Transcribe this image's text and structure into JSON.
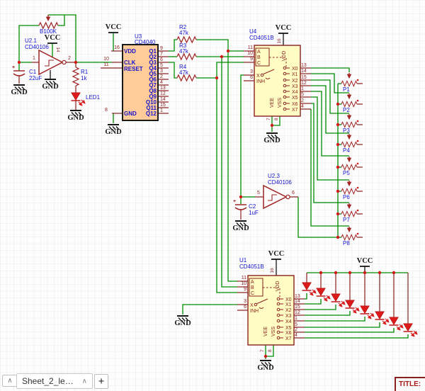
{
  "power": {
    "vcc": "VCC",
    "gnd": "GND"
  },
  "clock": {
    "pot": {
      "name": "B100K"
    },
    "gate": {
      "ref": "U2.1",
      "part": "CD40106",
      "pin_in": "1",
      "pin_out": "2",
      "pin_vcc": "14"
    },
    "c1": {
      "ref": "C1",
      "value": "22uF",
      "polarity": "+"
    },
    "r1": {
      "ref": "R1",
      "value": "1k"
    },
    "led": {
      "ref": "LED1"
    }
  },
  "counter": {
    "ref": "U3",
    "part": "CD4040",
    "left_pins": [
      {
        "num": "16",
        "name": "VDD"
      },
      {
        "num": "10",
        "name": "CLK"
      },
      {
        "num": "11",
        "name": "RESET"
      },
      {
        "num": "8",
        "name": "GND"
      }
    ],
    "right_pins": [
      {
        "num": "9",
        "name": "Q1"
      },
      {
        "num": "7",
        "name": "Q2"
      },
      {
        "num": "6",
        "name": "Q3"
      },
      {
        "num": "5",
        "name": "Q4"
      },
      {
        "num": "3",
        "name": "Q5"
      },
      {
        "num": "2",
        "name": "Q6"
      },
      {
        "num": "4",
        "name": "Q7"
      },
      {
        "num": "13",
        "name": "Q8"
      },
      {
        "num": "12",
        "name": "Q9"
      },
      {
        "num": "14",
        "name": "Q10"
      },
      {
        "num": "15",
        "name": "Q11"
      },
      {
        "num": "1",
        "name": "Q12"
      }
    ]
  },
  "resistors": [
    {
      "ref": "R2",
      "value": "47k"
    },
    {
      "ref": "R3",
      "value": "47k"
    },
    {
      "ref": "R4",
      "value": "47k"
    }
  ],
  "mux_top": {
    "ref": "U4",
    "part": "CD4051B",
    "top_pin": {
      "num": "16",
      "name": "VDD"
    },
    "left_pins": [
      {
        "num": "11",
        "name": "A"
      },
      {
        "num": "10",
        "name": "B"
      },
      {
        "num": "9",
        "name": "C"
      },
      {
        "num": "3",
        "name": "X"
      },
      {
        "num": "6",
        "name": "INH"
      }
    ],
    "right_pins": [
      {
        "num": "13",
        "name": "X0"
      },
      {
        "num": "14",
        "name": "X1"
      },
      {
        "num": "15",
        "name": "X2"
      },
      {
        "num": "12",
        "name": "X3"
      },
      {
        "num": "1",
        "name": "X4"
      },
      {
        "num": "5",
        "name": "X5"
      },
      {
        "num": "2",
        "name": "X6"
      },
      {
        "num": "4",
        "name": "X7"
      }
    ],
    "bottom_pins": [
      {
        "num": "7",
        "name": "VEE"
      },
      {
        "num": "8",
        "name": "VSS"
      }
    ]
  },
  "pots": [
    {
      "name": "P1"
    },
    {
      "name": "P2"
    },
    {
      "name": "P3"
    },
    {
      "name": "P4"
    },
    {
      "name": "P5"
    },
    {
      "name": "P6"
    },
    {
      "name": "P7"
    },
    {
      "name": "P8"
    }
  ],
  "osc": {
    "gate": {
      "ref": "U2.3",
      "part": "CD40106",
      "pin_in": "5",
      "pin_out": "6"
    },
    "c2": {
      "ref": "C2",
      "value": "1uF",
      "polarity": "+"
    }
  },
  "mux_bottom": {
    "ref": "U1",
    "part": "CD4051B",
    "top_pin": {
      "num": "16",
      "name": "VDD"
    },
    "left_pins": [
      {
        "num": "11",
        "name": "A"
      },
      {
        "num": "10",
        "name": "B"
      },
      {
        "num": "9",
        "name": "C"
      },
      {
        "num": "3",
        "name": "X"
      },
      {
        "num": "6",
        "name": "INH"
      }
    ],
    "right_pins": [
      {
        "num": "13",
        "name": "X0"
      },
      {
        "num": "14",
        "name": "X1"
      },
      {
        "num": "15",
        "name": "X2"
      },
      {
        "num": "12",
        "name": "X3"
      },
      {
        "num": "1",
        "name": "X4"
      },
      {
        "num": "5",
        "name": "X5"
      },
      {
        "num": "2",
        "name": "X6"
      },
      {
        "num": "4",
        "name": "X7"
      }
    ],
    "bottom_pins": [
      {
        "num": "7",
        "name": "VEE"
      },
      {
        "num": "8",
        "name": "VSS"
      }
    ]
  },
  "footer": {
    "collapse": "∧",
    "tab": "Sheet_2_le…",
    "tab_caret": "∧",
    "add": "+"
  },
  "title_block": {
    "label": "TITLE:"
  }
}
